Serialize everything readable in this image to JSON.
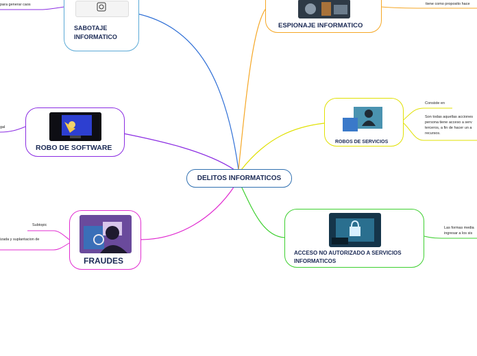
{
  "center": {
    "label": "DELITOS INFORMATICOS"
  },
  "branches": {
    "sabotaje": {
      "label_line1": "SABOTAJE",
      "label_line2": "INFORMATICO",
      "note": "para generar caos",
      "color": "#2f6fd6"
    },
    "espionaje": {
      "label": "ESPIONAJE INFORMATICO",
      "note": "tiene como proposito hace",
      "color": "#f5a623"
    },
    "robo_software": {
      "label": "ROBO DE SOFTWARE",
      "note": "gal",
      "color": "#8a2be2"
    },
    "robos_servicios": {
      "label": "ROBOS DE SERVICIOS",
      "subtopic": "Consiste en",
      "desc_lines": [
        "Son todas aquellas acciones",
        "persona tiene acceso a serv",
        "terceros, a fin de hacer un a",
        "recursos."
      ],
      "color": "#e0e000"
    },
    "fraudes": {
      "label": "FRAUDES",
      "subtopic": "Subtopic",
      "note": "izada y suplantacion de",
      "color": "#e02bd0"
    },
    "acceso": {
      "label_line1": "ACCESO NO AUTORIZADO A SERVICIOS",
      "label_line2": "INFORMATICOS",
      "note_lines": [
        "Las formas media",
        "ingresar a los sis"
      ],
      "color": "#3ccf2e"
    }
  }
}
